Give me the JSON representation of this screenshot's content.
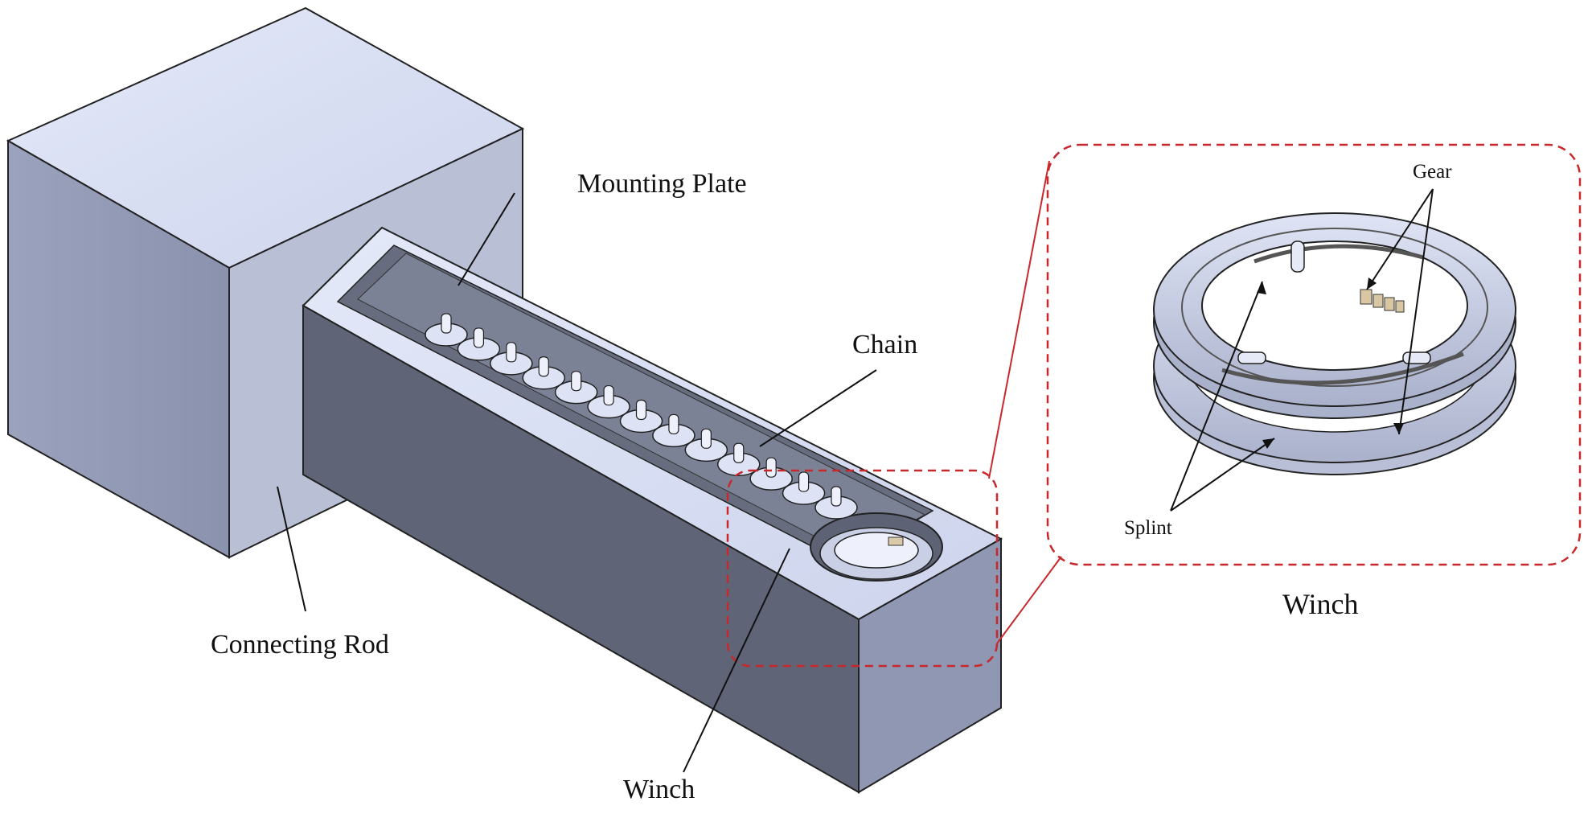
{
  "labels": {
    "mounting_plate": "Mounting Plate",
    "chain": "Chain",
    "connecting_rod": "Connecting Rod",
    "winch_main": "Winch",
    "gear": "Gear",
    "splint": "Splint",
    "winch_detail_caption": "Winch"
  },
  "colors": {
    "face_top": "#dfe5f7",
    "face_left": "#9ba3bd",
    "face_front": "#c5cbe0",
    "face_dark": "#616677",
    "callout": "#c8282c",
    "leader": "#111111"
  }
}
